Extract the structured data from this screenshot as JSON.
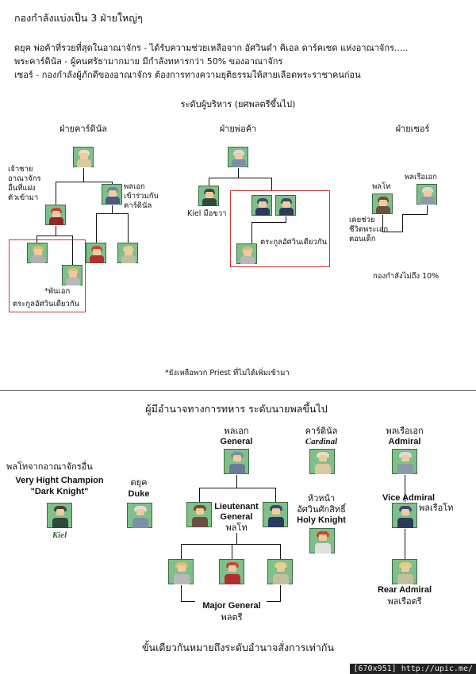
{
  "top": {
    "heading": "กองกำลังแบ่งเป็น 3 ฝ่ายใหญ่ๆ",
    "line1": "ดยุค พ่อค้าที่รวยที่สุดในอาณาจักร -  ได้รับความช่วยเหลือจาก อัศวินดำ คิเอล ดาร์คเซด แห่งอาณาจักร.....",
    "line2": "พระคาร์ดินัล -   ผู้คนศรัธามากมาย มีกำลังทหารกว่า 50% ของอาณาจักร",
    "line3": "เซอร์ -   กองกำลังผู้ภักดีของอาณาจักร ต้องการทางความยุติธรรมให้สายเลือดพระราชาคนก่อน",
    "section_title": "ระดับผู้บริหาร (ยศพลตรีขึ้นไป)",
    "factions": {
      "cardinal": "ฝ่ายคาร์ดินัล",
      "merchant": "ฝ่ายพ่อค้า",
      "sir": "ฝ่ายเซอร์"
    },
    "labels": {
      "prince": "เจ้าชาย\nอาณาจักร\nอื่นที่แฝง\nตัวเข้ามา",
      "general_joined": "พลเอก\nเข้าร่วมกับ\nคาร์ดินัล",
      "colonel": "*พันเอก",
      "same_knight_cardinal": "ตระกูลอัศวินเดียวกัน",
      "kiel": "Kiel มือขวา",
      "same_knight_merchant": "ตระกูลอัศวินเดียวกัน",
      "lt_gen": "พลโท",
      "admiral": "พลเรือเอก",
      "saved": "เคยช่วย\nชีวิตพระเอก\nตอนเด็ก",
      "less10": "กองกำลังไม่ถึง 10%"
    },
    "footnote": "*ยังเหลือพวก Priest ที่ไม่ได้เพิ่มเข้ามา"
  },
  "bottom": {
    "title": "ผู้มีอำนาจทางการทหาร ระดับนายพลขึ้นไป",
    "general_th": "พลเอก",
    "general_en": "General",
    "cardinal_th": "คาร์ดินัล",
    "cardinal_en": "Cardinal",
    "admiral_th": "พลเรือเอก",
    "admiral_en": "Admiral",
    "champion_th": "พลโทจากอาณาจักรอื่น",
    "champion_en1": "Very Hight Champion",
    "champion_en2": "\"Dark Knight\"",
    "kiel": "Kiel",
    "duke_th": "ดยุค",
    "duke_en": "Duke",
    "ltgen_en1": "Lieutenant",
    "ltgen_en2": "General",
    "ltgen_th": "พลโท",
    "holy_th1": "หัวหน้า",
    "holy_th2": "อัศวินศักสิทธิ์",
    "holy_en": "Holy Knight",
    "vice_en": "Vice Admiral",
    "vice_th": "พลเรือโท",
    "rear_en": "Rear Admiral",
    "rear_th": "พลเรือตรี",
    "major_en": "Major General",
    "major_th": "พลตรี",
    "footer_note": "ขั้นเดียวกันหมายถึงระดับอำนาจสั่งการเท่ากัน"
  },
  "watermark": "[670x951] http://upic.me/",
  "colors": {
    "frame_red": "#d63030",
    "sprite_bg": "#7fc08a"
  }
}
